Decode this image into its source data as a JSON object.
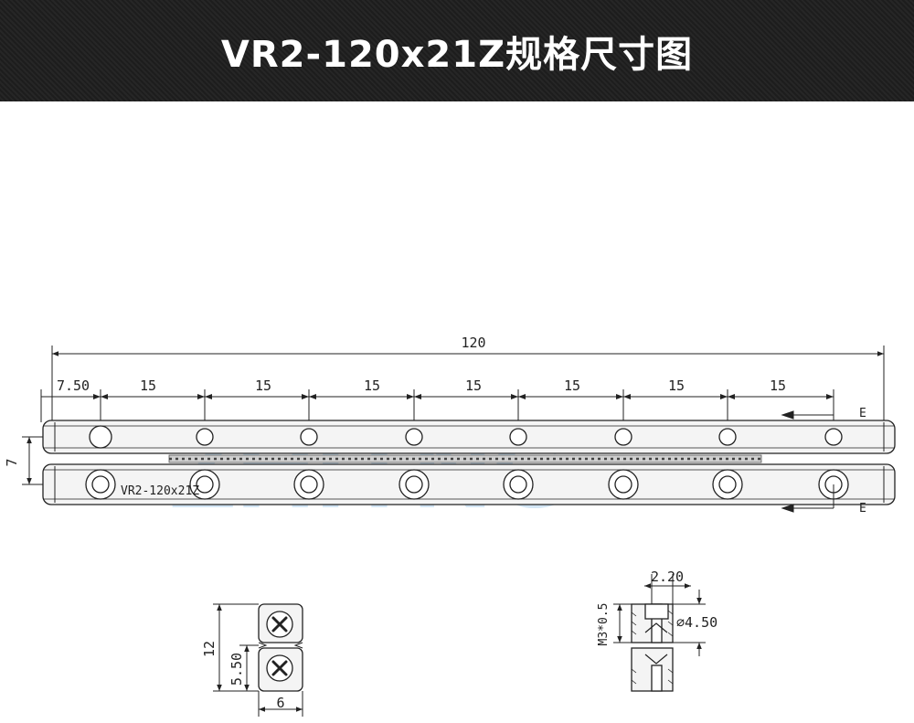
{
  "title": "VR2-120x21Z规格尺寸图",
  "watermark": "ZHITNG",
  "main_view": {
    "overall_length": "120",
    "first_offset": "7.50",
    "pitches": [
      "15",
      "15",
      "15",
      "15",
      "15",
      "15",
      "15"
    ],
    "height_dim": "7",
    "part_label": "VR2-120x21Z",
    "end_mark_top": "E",
    "end_mark_bottom": "E"
  },
  "end_view_left": {
    "total_height": "12",
    "half_height": "5.50",
    "width": "6"
  },
  "end_view_right": {
    "hole_offset": "2.20",
    "thread": "M3*0.5",
    "counterbore": "∅4.50"
  },
  "colors": {
    "header_bg": "#1f1f1f",
    "line": "#222222",
    "rail_fill": "#f4f4f4",
    "watermark": "#9fc8ea"
  }
}
